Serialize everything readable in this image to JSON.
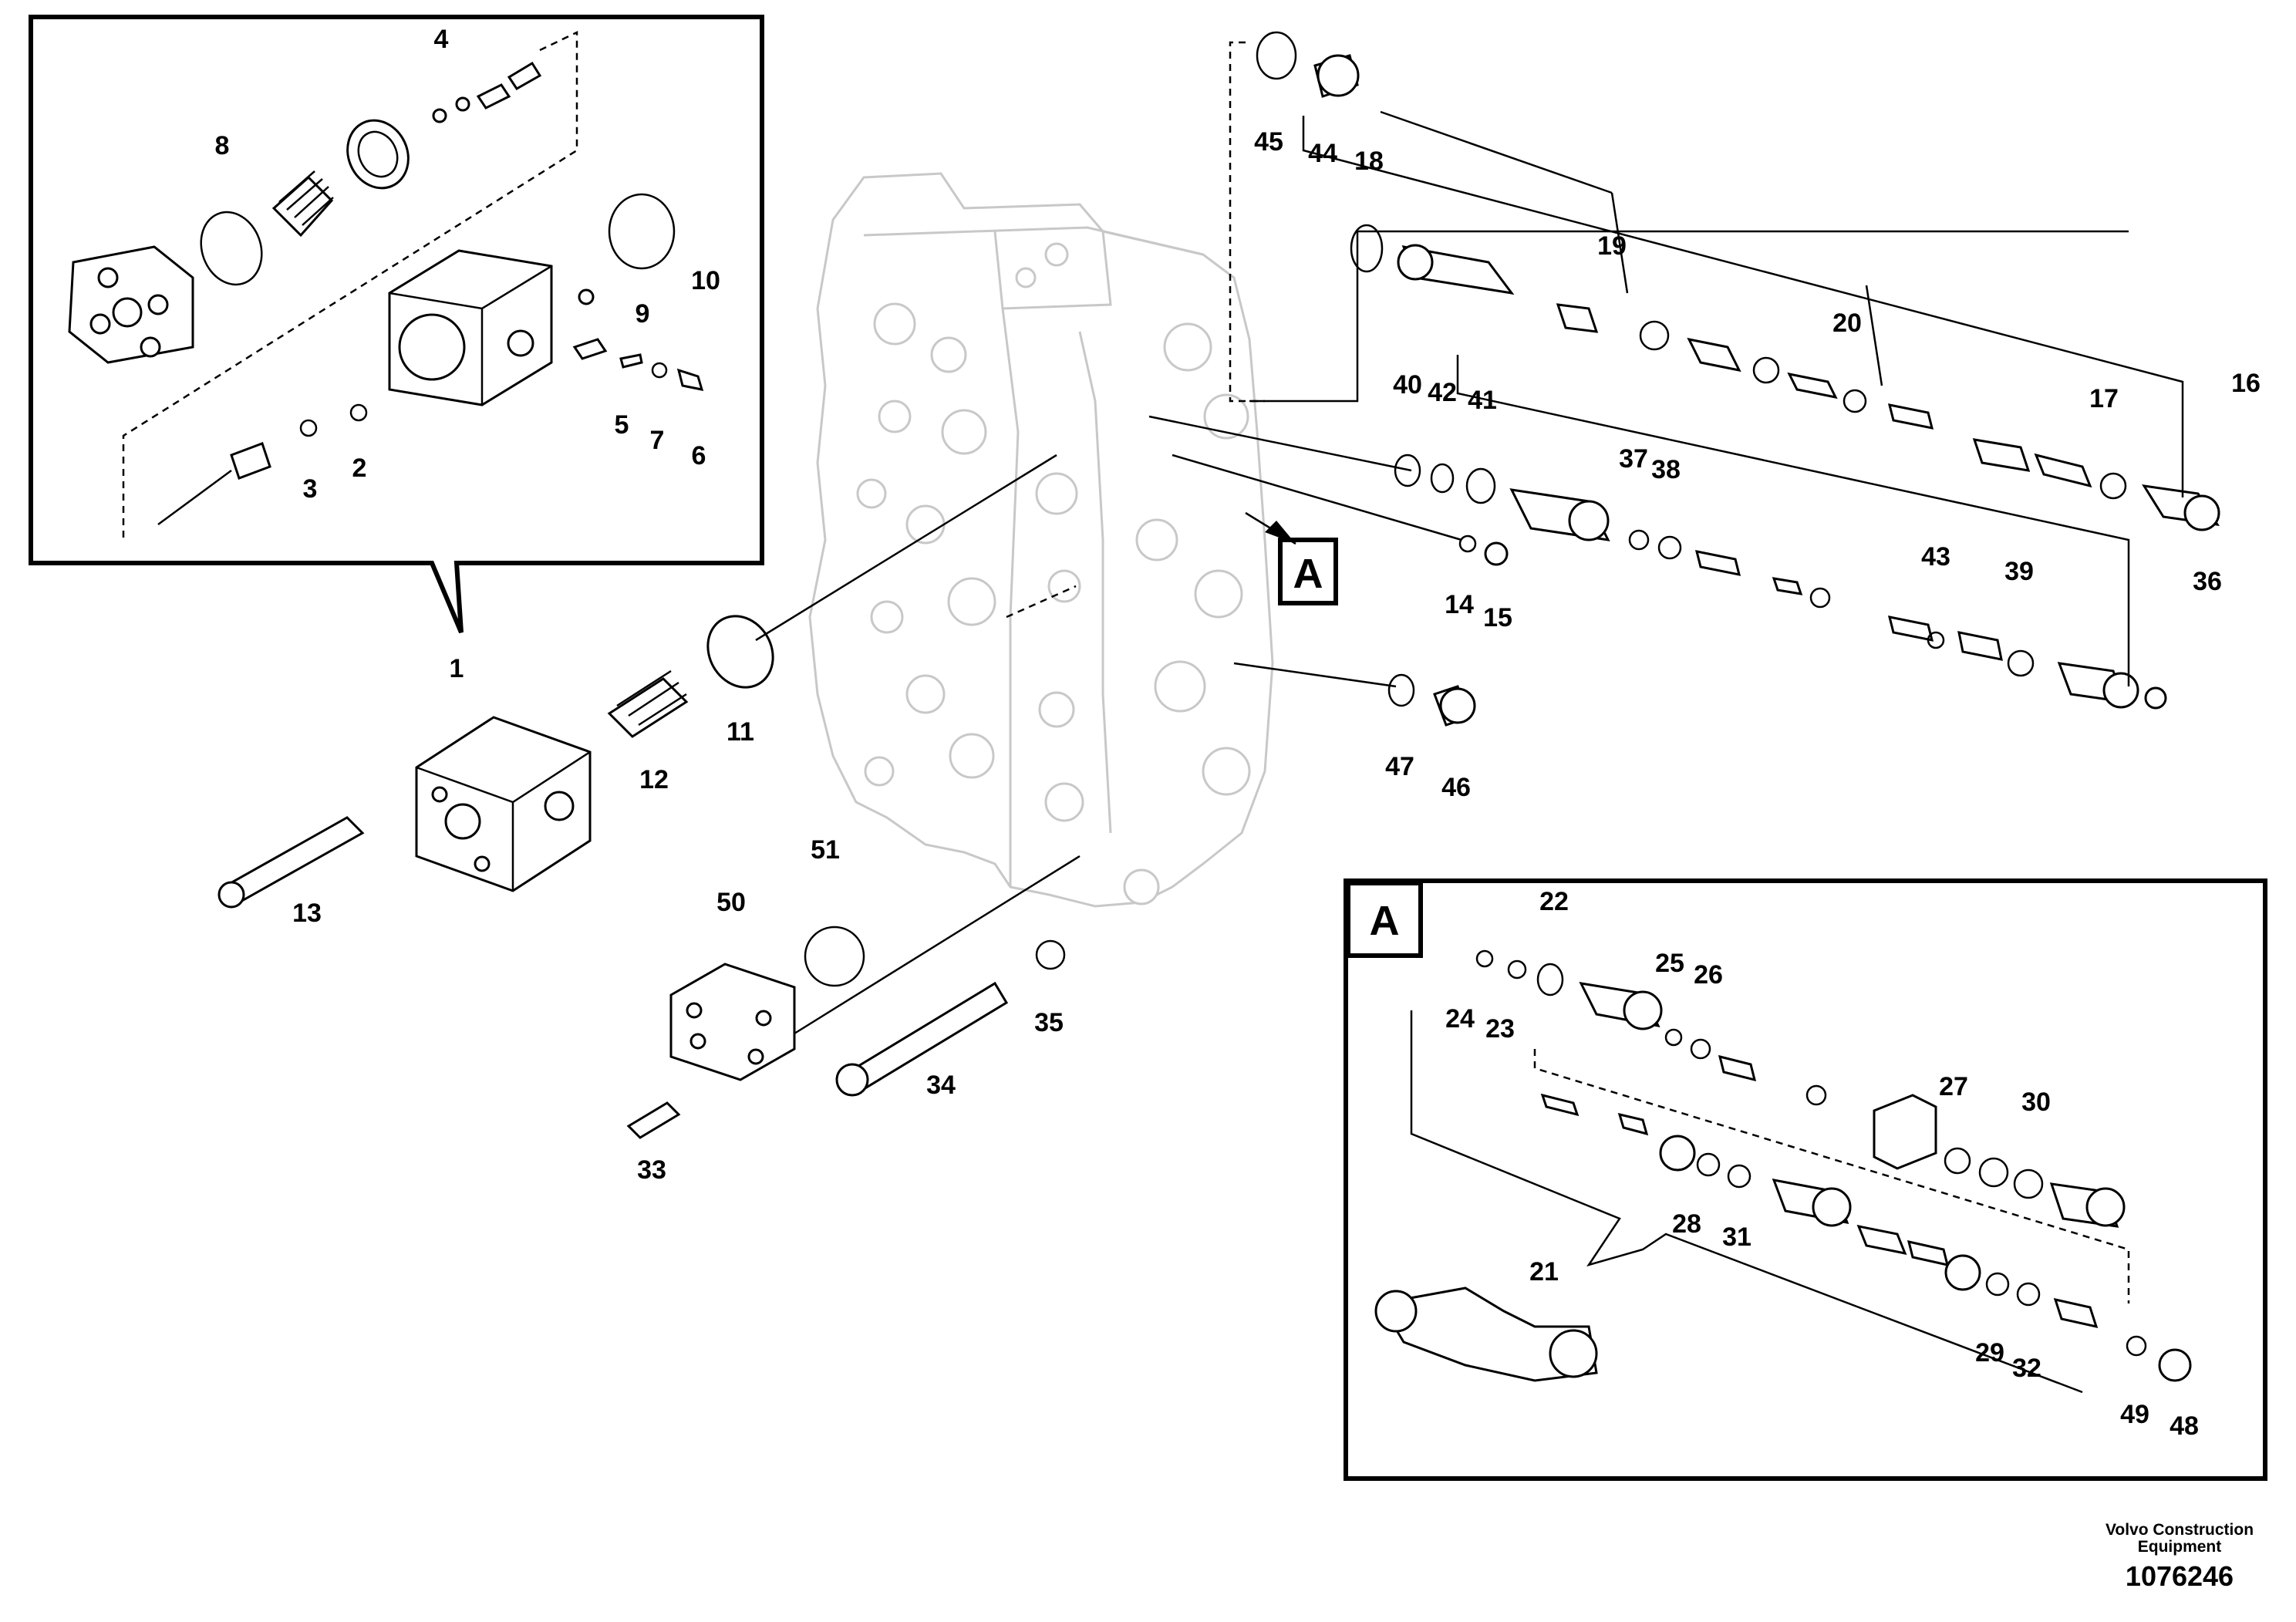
{
  "diagram": {
    "labels": [
      {
        "id": "p1",
        "text": "1"
      },
      {
        "id": "p2",
        "text": "2"
      },
      {
        "id": "p3",
        "text": "3"
      },
      {
        "id": "p4",
        "text": "4"
      },
      {
        "id": "p5",
        "text": "5"
      },
      {
        "id": "p6",
        "text": "6"
      },
      {
        "id": "p7",
        "text": "7"
      },
      {
        "id": "p8",
        "text": "8"
      },
      {
        "id": "p9",
        "text": "9"
      },
      {
        "id": "p10",
        "text": "10"
      },
      {
        "id": "p11",
        "text": "11"
      },
      {
        "id": "p12",
        "text": "12"
      },
      {
        "id": "p13",
        "text": "13"
      },
      {
        "id": "p14",
        "text": "14"
      },
      {
        "id": "p15",
        "text": "15"
      },
      {
        "id": "p16",
        "text": "16"
      },
      {
        "id": "p17",
        "text": "17"
      },
      {
        "id": "p18",
        "text": "18"
      },
      {
        "id": "p19",
        "text": "19"
      },
      {
        "id": "p20",
        "text": "20"
      },
      {
        "id": "p21",
        "text": "21"
      },
      {
        "id": "p22",
        "text": "22"
      },
      {
        "id": "p23",
        "text": "23"
      },
      {
        "id": "p24",
        "text": "24"
      },
      {
        "id": "p25",
        "text": "25"
      },
      {
        "id": "p26",
        "text": "26"
      },
      {
        "id": "p27",
        "text": "27"
      },
      {
        "id": "p28",
        "text": "28"
      },
      {
        "id": "p29",
        "text": "29"
      },
      {
        "id": "p30",
        "text": "30"
      },
      {
        "id": "p31",
        "text": "31"
      },
      {
        "id": "p32",
        "text": "32"
      },
      {
        "id": "p33",
        "text": "33"
      },
      {
        "id": "p34",
        "text": "34"
      },
      {
        "id": "p35",
        "text": "35"
      },
      {
        "id": "p36",
        "text": "36"
      },
      {
        "id": "p37",
        "text": "37"
      },
      {
        "id": "p38",
        "text": "38"
      },
      {
        "id": "p39",
        "text": "39"
      },
      {
        "id": "p40",
        "text": "40"
      },
      {
        "id": "p41",
        "text": "41"
      },
      {
        "id": "p42",
        "text": "42"
      },
      {
        "id": "p43",
        "text": "43"
      },
      {
        "id": "p44",
        "text": "44"
      },
      {
        "id": "p45",
        "text": "45"
      },
      {
        "id": "p46",
        "text": "46"
      },
      {
        "id": "p47",
        "text": "47"
      },
      {
        "id": "p48",
        "text": "48"
      },
      {
        "id": "p49",
        "text": "49"
      },
      {
        "id": "p50",
        "text": "50"
      },
      {
        "id": "p51",
        "text": "51"
      }
    ],
    "callout_letter": "A",
    "detail_letter": "A"
  },
  "footer": {
    "company_line1": "Volvo Construction",
    "company_line2": "Equipment",
    "drawing_number": "1076246"
  }
}
